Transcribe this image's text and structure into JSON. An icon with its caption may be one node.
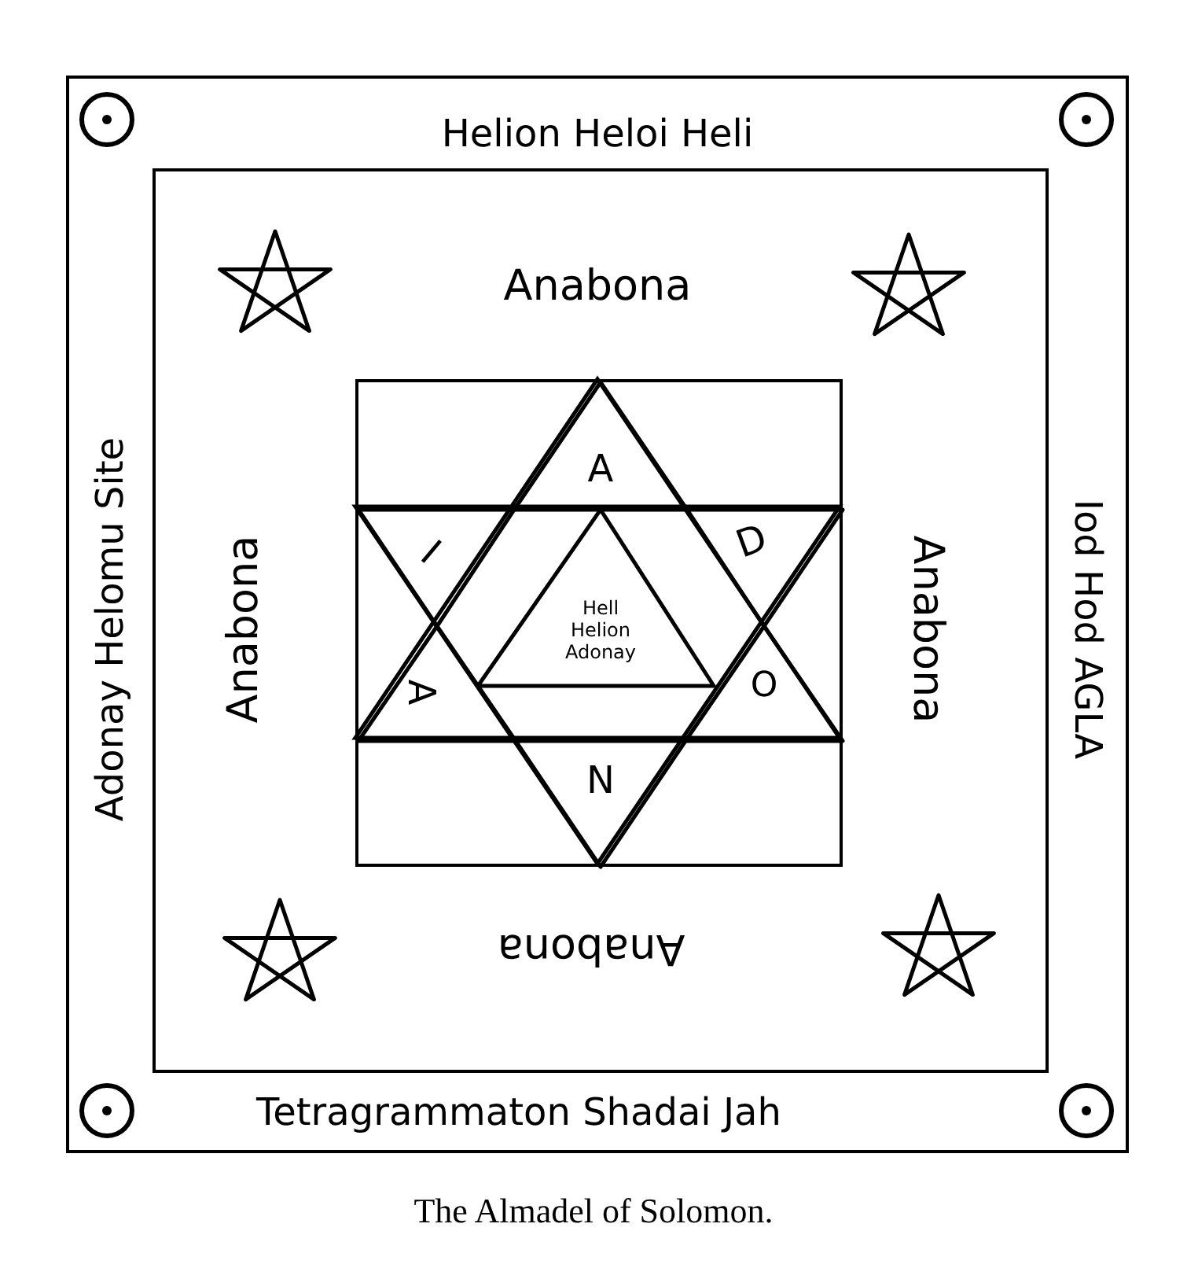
{
  "diagram": {
    "caption": "The Almadel of Solomon.",
    "nodes": [
      {
        "text": [],
        "shape": "box"
      },
      {
        "text": [],
        "shape": "box",
        "in": 0
      },
      {
        "text": [],
        "shape": "box",
        "in": 1
      },
      {
        "text": [
          "A"
        ],
        "in": 2
      },
      {
        "text": [
          "D"
        ],
        "in": 2
      },
      {
        "text": [
          "O"
        ],
        "in": 2
      },
      {
        "text": [
          "N"
        ],
        "in": 2
      },
      {
        "text": [
          "A"
        ],
        "in": 2
      },
      {
        "text": [
          "I"
        ],
        "in": 2
      },
      {
        "text": [
          "Hell Helion Adonay"
        ],
        "in": 2
      }
    ],
    "labels": [
      "Helion Heloi Heli",
      "Anabona",
      "Adonay Helomu Site",
      "Anabona",
      "Anabona",
      "Iod Hod AGLA",
      "Anabona",
      "Tetragrammaton Shadai Jah"
    ]
  }
}
